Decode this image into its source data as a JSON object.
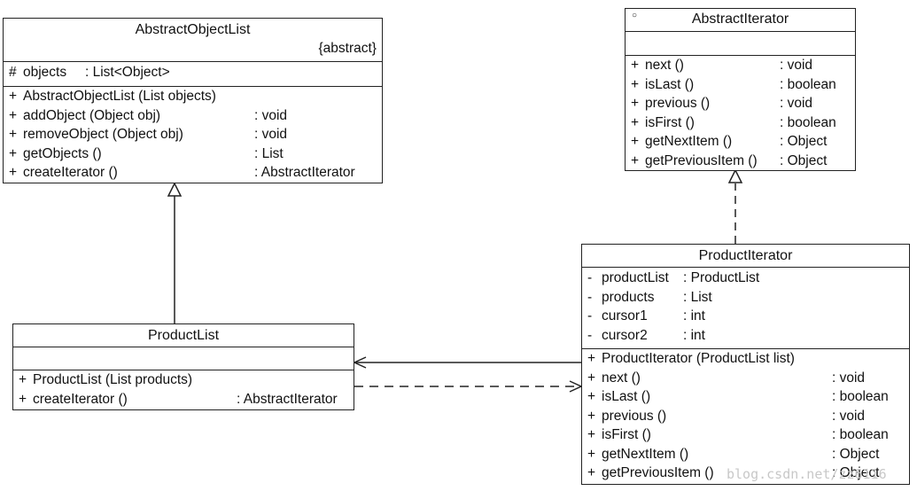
{
  "abstract_object_list": {
    "name": "AbstractObjectList",
    "stereotype": "{abstract}",
    "attributes": [
      {
        "vis": "#",
        "name": "objects",
        "type": ": List<Object>"
      }
    ],
    "operations": [
      {
        "vis": "+",
        "name": "AbstractObjectList (List objects)",
        "type": ""
      },
      {
        "vis": "+",
        "name": "addObject (Object obj)",
        "type": ": void"
      },
      {
        "vis": "+",
        "name": "removeObject (Object obj)",
        "type": ": void"
      },
      {
        "vis": "+",
        "name": "getObjects ()",
        "type": ": List"
      },
      {
        "vis": "+",
        "name": "createIterator ()",
        "type": ": AbstractIterator"
      }
    ]
  },
  "abstract_iterator": {
    "name": "AbstractIterator",
    "marker": "○",
    "operations": [
      {
        "vis": "+",
        "name": "next ()",
        "type": ": void"
      },
      {
        "vis": "+",
        "name": "isLast ()",
        "type": ": boolean"
      },
      {
        "vis": "+",
        "name": "previous ()",
        "type": ": void"
      },
      {
        "vis": "+",
        "name": "isFirst ()",
        "type": ": boolean"
      },
      {
        "vis": "+",
        "name": "getNextItem ()",
        "type": ": Object"
      },
      {
        "vis": "+",
        "name": "getPreviousItem ()",
        "type": ": Object"
      }
    ]
  },
  "product_list": {
    "name": "ProductList",
    "operations": [
      {
        "vis": "+",
        "name": "ProductList (List products)",
        "type": ""
      },
      {
        "vis": "+",
        "name": "createIterator ()",
        "type": ": AbstractIterator"
      }
    ]
  },
  "product_iterator": {
    "name": "ProductIterator",
    "attributes": [
      {
        "vis": "-",
        "name": "productList",
        "type": ": ProductList"
      },
      {
        "vis": "-",
        "name": "products",
        "type": ": List"
      },
      {
        "vis": "-",
        "name": "cursor1",
        "type": ": int"
      },
      {
        "vis": "-",
        "name": "cursor2",
        "type": ": int"
      }
    ],
    "operations": [
      {
        "vis": "+",
        "name": "ProductIterator (ProductList list)",
        "type": ""
      },
      {
        "vis": "+",
        "name": "next ()",
        "type": ": void"
      },
      {
        "vis": "+",
        "name": "isLast ()",
        "type": ": boolean"
      },
      {
        "vis": "+",
        "name": "previous ()",
        "type": ": void"
      },
      {
        "vis": "+",
        "name": "isFirst ()",
        "type": ": boolean"
      },
      {
        "vis": "+",
        "name": "getNextItem ()",
        "type": ": Object"
      },
      {
        "vis": "+",
        "name": "getPreviousItem ()",
        "type": ": Object"
      }
    ]
  },
  "watermark": "blog.csdn.net/zz6116"
}
